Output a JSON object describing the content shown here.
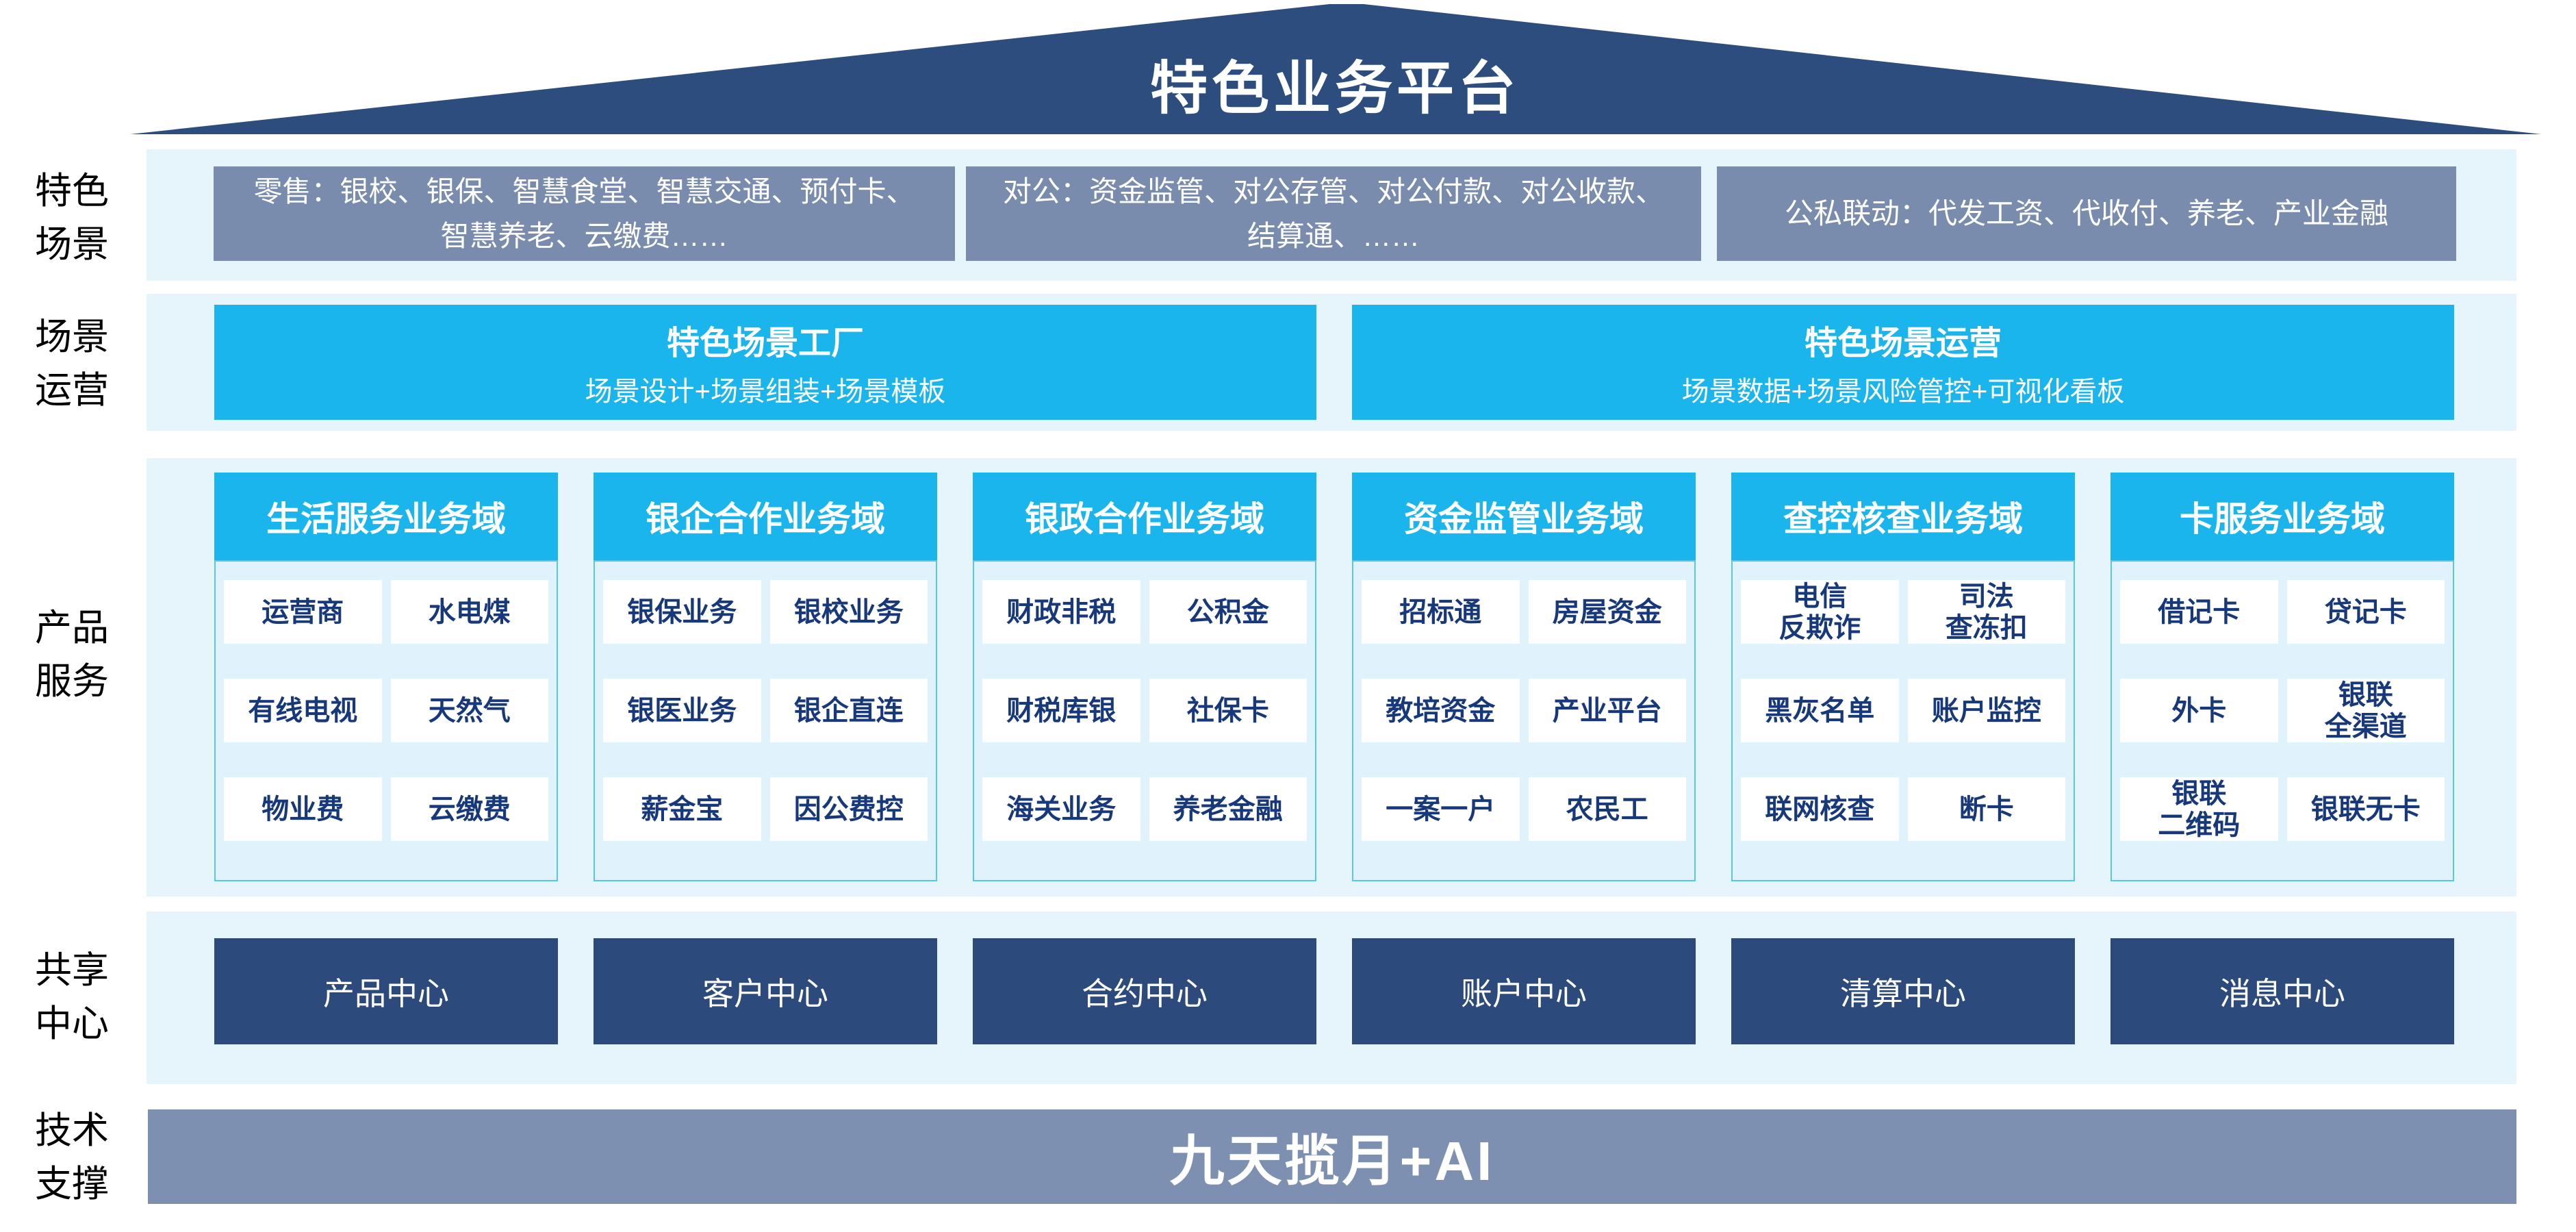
{
  "roof": {
    "title": "特色业务平台"
  },
  "side_labels": {
    "scene": "特色\n场景",
    "operation": "场景\n运营",
    "product": "产品\n服务",
    "share": "共享\n中心",
    "tech": "技术\n支撑"
  },
  "scenario_row": {
    "retail": "零售：银校、银保、智慧食堂、智慧交通、预付卡、智慧养老、云缴费……",
    "corporate": "对公：资金监管、对公存管、对公付款、对公收款、结算通、……",
    "linkage": "公私联动：代发工资、代收付、养老、产业金融"
  },
  "operation_row": {
    "factory": {
      "title": "特色场景工厂",
      "subtitle": "场景设计+场景组装+场景模板"
    },
    "operation": {
      "title": "特色场景运营",
      "subtitle": "场景数据+场景风险管控+可视化看板"
    }
  },
  "product_row": {
    "columns": [
      {
        "header": "生活服务业务域",
        "items": [
          "运营商",
          "水电煤",
          "有线电视",
          "天然气",
          "物业费",
          "云缴费"
        ]
      },
      {
        "header": "银企合作业务域",
        "items": [
          "银保业务",
          "银校业务",
          "银医业务",
          "银企直连",
          "薪金宝",
          "因公费控"
        ]
      },
      {
        "header": "银政合作业务域",
        "items": [
          "财政非税",
          "公积金",
          "财税库银",
          "社保卡",
          "海关业务",
          "养老金融"
        ]
      },
      {
        "header": "资金监管业务域",
        "items": [
          "招标通",
          "房屋资金",
          "教培资金",
          "产业平台",
          "一案一户",
          "农民工"
        ]
      },
      {
        "header": "查控核查业务域",
        "items": [
          "电信\n反欺诈",
          "司法\n查冻扣",
          "黑灰名单",
          "账户监控",
          "联网核查",
          "断卡"
        ]
      },
      {
        "header": "卡服务业务域",
        "items": [
          "借记卡",
          "贷记卡",
          "外卡",
          "银联\n全渠道",
          "银联\n二维码",
          "银联无卡"
        ]
      }
    ]
  },
  "share_row": {
    "centers": [
      "产品中心",
      "客户中心",
      "合约中心",
      "账户中心",
      "清算中心",
      "消息中心"
    ]
  },
  "tech_row": {
    "label": "九天揽月+AI"
  },
  "colors": {
    "roof_navy": "#2e4d7f",
    "cyan": "#1bb5ee",
    "band_light_blue": "#e6f4fc",
    "scenario_slate": "#7a8cae",
    "center_navy": "#2c4a7c",
    "tech_bar": "#7d90b1",
    "item_text_navy": "#17387a"
  }
}
